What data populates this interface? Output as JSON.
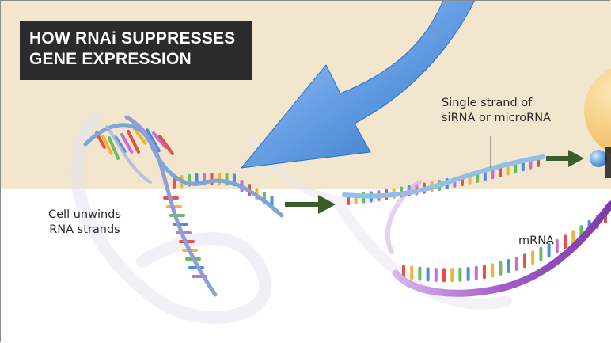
{
  "title": {
    "line1": "HOW RNAi SUPPRESSES",
    "line2": "GENE EXPRESSION"
  },
  "labels": {
    "unwind_line1": "Cell unwinds",
    "unwind_line2": "RNA strands",
    "strand_line1": "Single strand of",
    "strand_line2": "siRNA or microRNA",
    "mrna": "mRNA"
  },
  "colors": {
    "background_tan": "#f2e6cf",
    "title_bg": "#2b2b2b",
    "big_arrow_blue": "#4f8fdd",
    "flow_arrow_green": "#3b5d2c",
    "backbone_blue": "#7aa6d8",
    "mrna_purple": "#a05cc8",
    "protein_yellow": "#f3c86a"
  }
}
